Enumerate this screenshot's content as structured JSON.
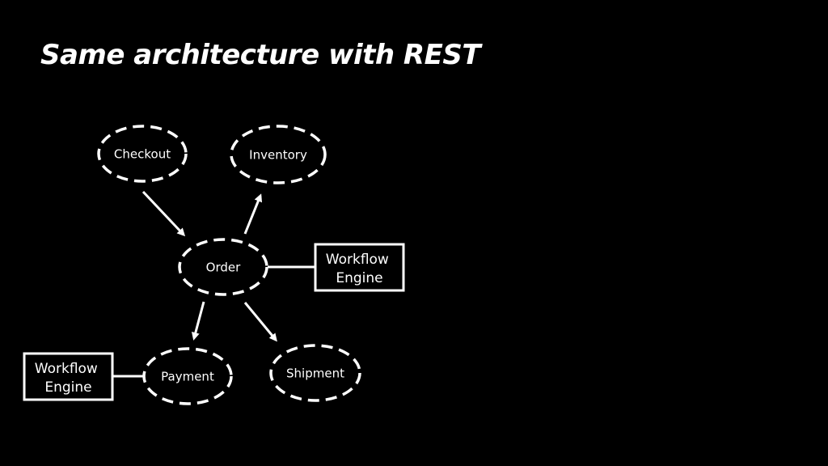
{
  "slide": {
    "title": "Same architecture with REST"
  },
  "nodes": {
    "checkout": "Checkout",
    "inventory": "Inventory",
    "order": "Order",
    "payment": "Payment",
    "shipment": "Shipment"
  },
  "boxes": {
    "order_workflow": [
      "Workflow",
      "Engine"
    ],
    "payment_workflow": [
      "Workflow",
      "Engine"
    ]
  },
  "colors": {
    "background": "#000000",
    "foreground": "#ffffff"
  }
}
